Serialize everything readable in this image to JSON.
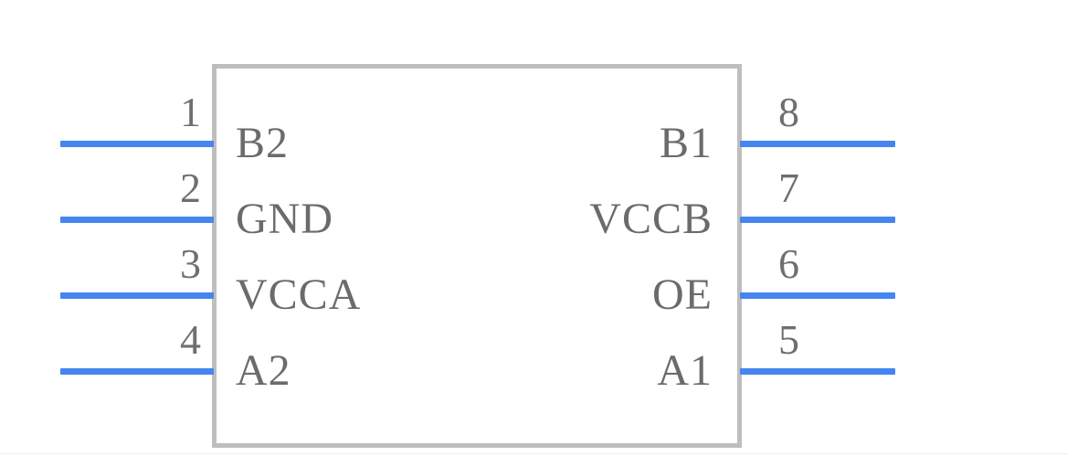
{
  "symbol": {
    "type": "schematic-symbol",
    "outline": {
      "shape": "rectangle",
      "stroke_color": "#bebebe",
      "fill": "none"
    },
    "wire_color": "#4585f0",
    "text_color": "#6b6b6b",
    "background_color": "#ffffff"
  },
  "pins": {
    "left": [
      {
        "number": "1",
        "name": "B2"
      },
      {
        "number": "2",
        "name": "GND"
      },
      {
        "number": "3",
        "name": "VCCA"
      },
      {
        "number": "4",
        "name": "A2"
      }
    ],
    "right": [
      {
        "number": "8",
        "name": "B1"
      },
      {
        "number": "7",
        "name": "VCCB"
      },
      {
        "number": "6",
        "name": "OE"
      },
      {
        "number": "5",
        "name": "A1"
      }
    ]
  }
}
